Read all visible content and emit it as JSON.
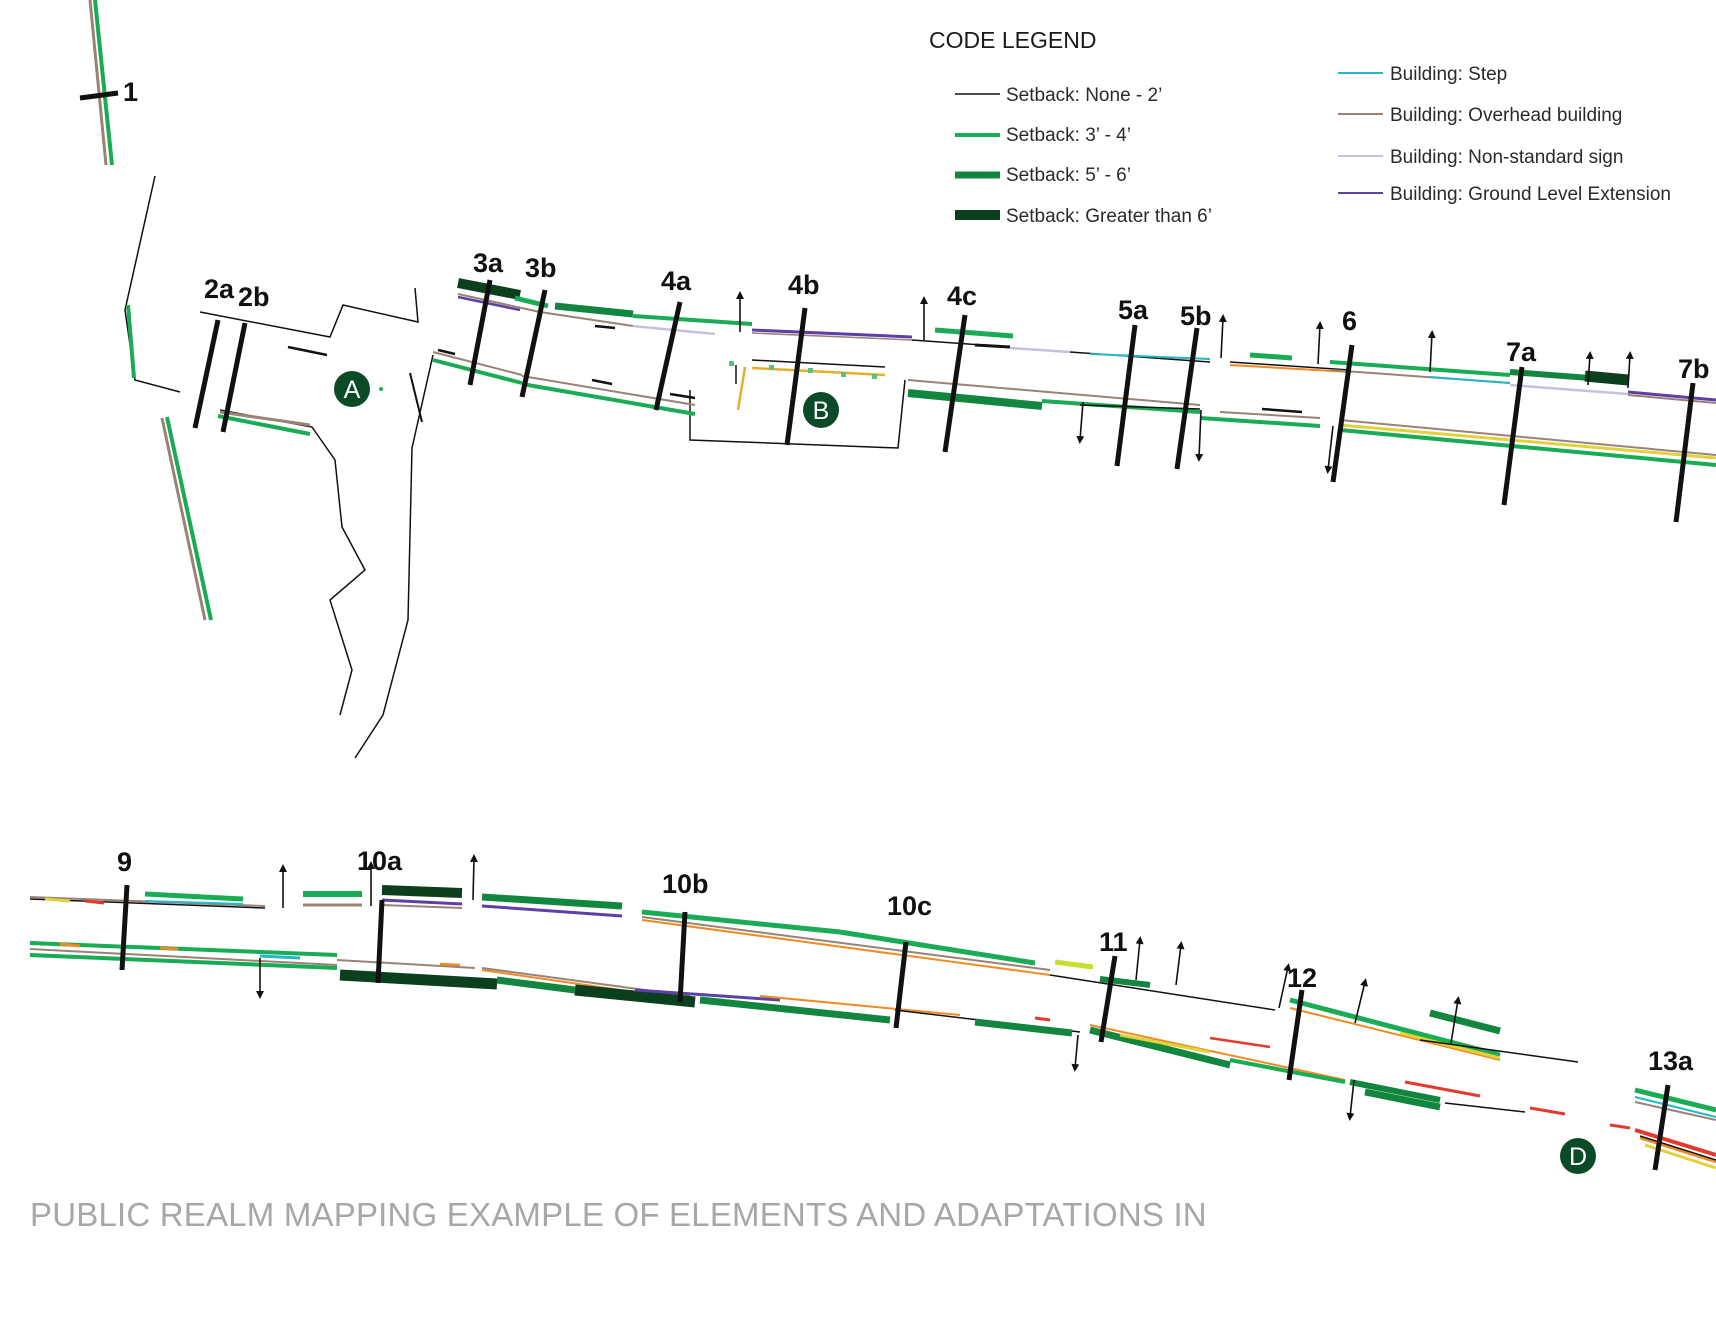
{
  "legend": {
    "title": "CODE LEGEND",
    "setback": [
      {
        "label": "Setback: None - 2’",
        "color": "#111111",
        "weight": "hairline"
      },
      {
        "label": "Setback: 3’ - 4’",
        "color": "#1aab55",
        "weight": "thin"
      },
      {
        "label": "Setback: 5’ - 6’",
        "color": "#12863f",
        "weight": "medium"
      },
      {
        "label": "Setback: Greater than 6’",
        "color": "#0b3f1e",
        "weight": "thick"
      }
    ],
    "building": [
      {
        "label": "Building: Step",
        "color": "#22b8c8"
      },
      {
        "label": "Building: Overhead building",
        "color": "#9a8275"
      },
      {
        "label": "Building: Non-standard sign",
        "color": "#c5c2e0"
      },
      {
        "label": "Building: Ground Level Extension",
        "color": "#5e3fa6"
      }
    ]
  },
  "section_labels": [
    "1",
    "2a",
    "2b",
    "3a",
    "3b",
    "4a",
    "4b",
    "4c",
    "5a",
    "5b",
    "6",
    "7a",
    "7b",
    "9",
    "10a",
    "10b",
    "10c",
    "11",
    "12",
    "13a"
  ],
  "markers": [
    "A",
    "B",
    "D"
  ],
  "colors": {
    "marker_fill": "#0b4a26",
    "yellow": "#e2d23a",
    "orange": "#f08a24",
    "red": "#e23b2e",
    "lime": "#c7dd2f"
  },
  "caption": "PUBLIC REALM MAPPING EXAMPLE OF ELEMENTS AND ADAPTATIONS IN"
}
